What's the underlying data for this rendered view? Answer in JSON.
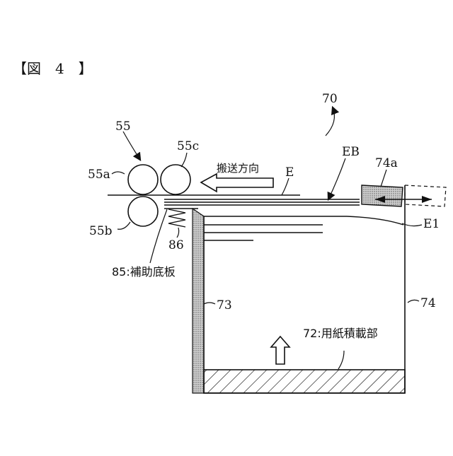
{
  "figure": {
    "label": "【図　4　】"
  },
  "labels": {
    "device": "70",
    "roller_group": "55",
    "roller_a": "55a",
    "roller_b": "55b",
    "roller_c": "55c",
    "conveying_direction": "搬送方向",
    "sheet": "E",
    "sheet_bundle": "EB",
    "stopper": "74a",
    "sheet_edge": "E1",
    "spring": "86",
    "auxiliary_plate": "85:補助底板",
    "wall": "73",
    "tray_wall": "74",
    "stacking_part": "72:用紙積載部"
  },
  "colors": {
    "line": "#111111",
    "shade": "#9a9a9a"
  }
}
